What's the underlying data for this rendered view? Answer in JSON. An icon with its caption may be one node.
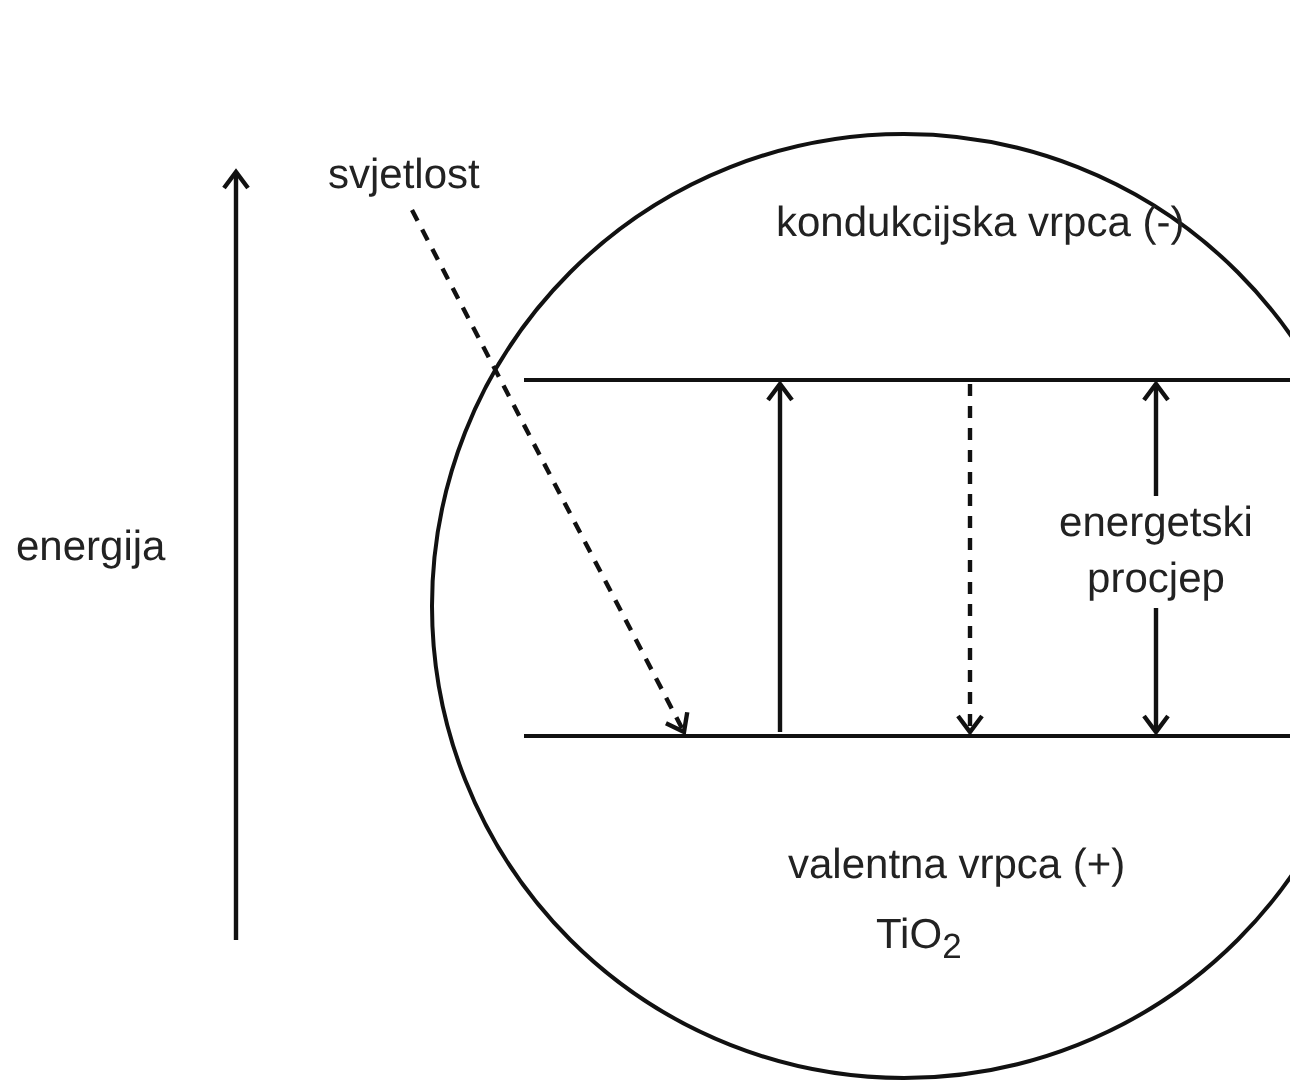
{
  "diagram": {
    "nodes": [
      {
        "text": [
          "svjetlost"
        ]
      },
      {
        "text": [
          "kondukcijska vrpca (-)"
        ]
      },
      {
        "text": [
          "valentna vrpca (+)"
        ]
      }
    ],
    "edges": [
      {
        "from": 0,
        "to": 2,
        "arrow": "to",
        "style": "dashed"
      },
      {
        "from": 2,
        "to": 1,
        "arrow": "to"
      },
      {
        "from": 1,
        "to": 2,
        "arrow": "to",
        "style": "dashed"
      },
      {
        "from": 1,
        "to": 2,
        "arrow": "both",
        "label": "energetski procjep"
      }
    ],
    "labels": [
      "energija",
      "TiO$_{2}$"
    ]
  }
}
